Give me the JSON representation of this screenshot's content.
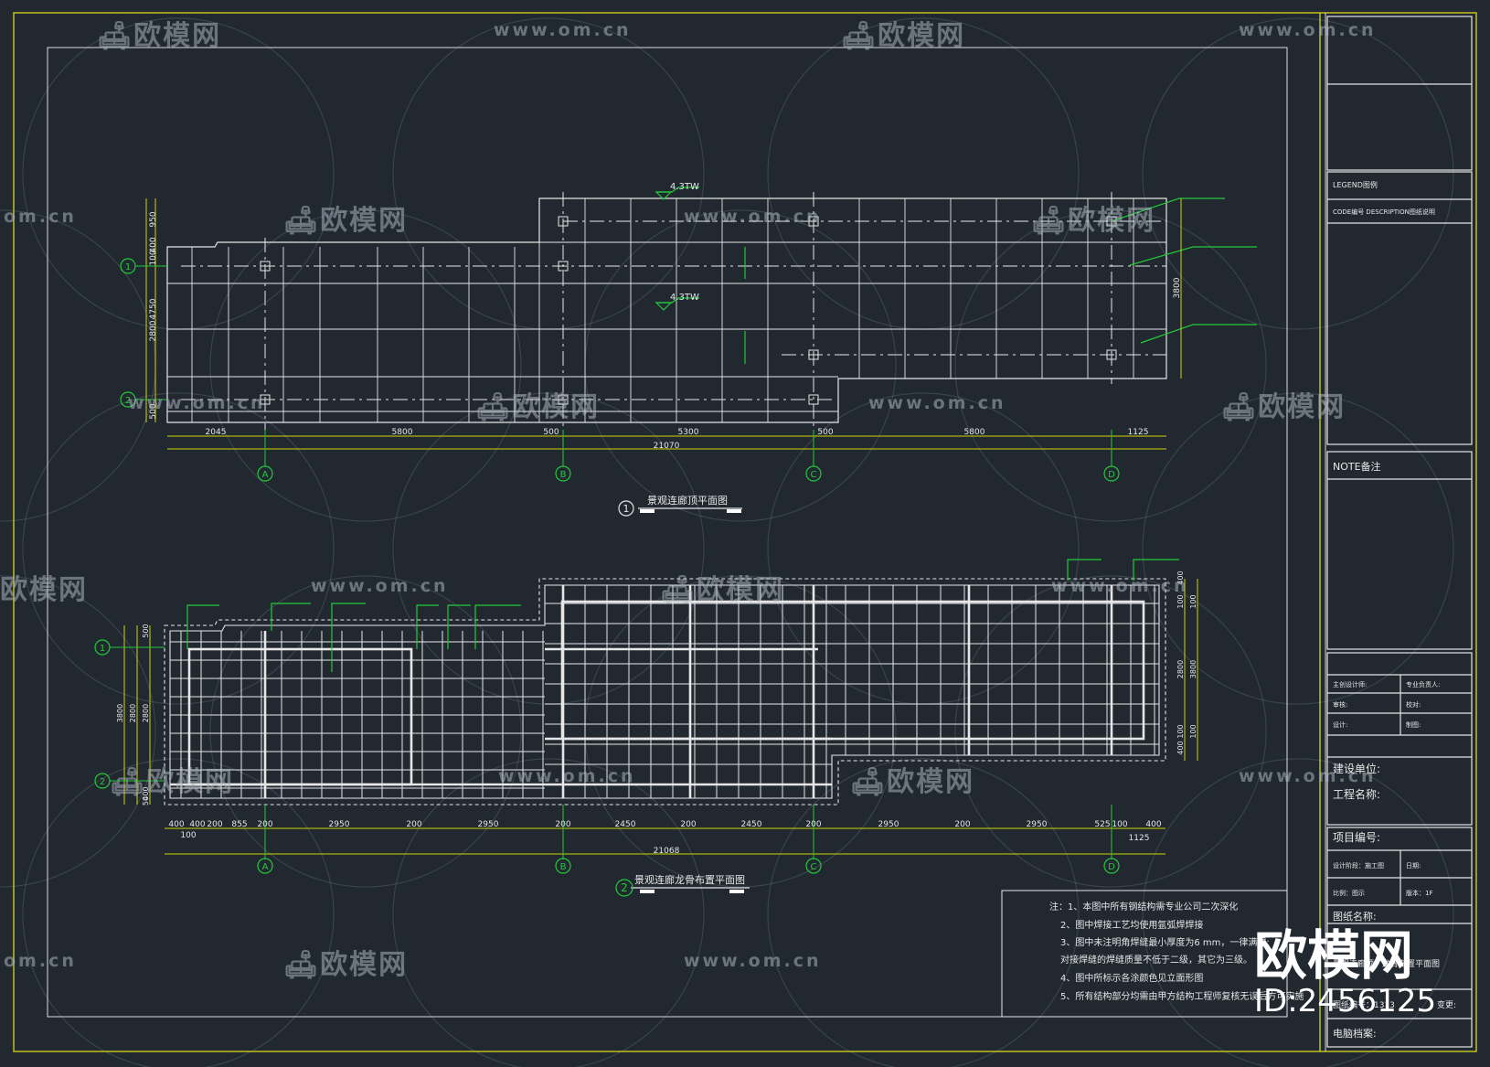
{
  "watermark": {
    "logo_text": "欧模网",
    "url_text": "www.om.cn",
    "url_fragment": "om.cn",
    "brand": "欧模网",
    "id_label": "ID:2456125"
  },
  "plan_roof": {
    "title": "景观连廊顶平面图",
    "index": "1",
    "elev_1": "4.3TW",
    "elev_2": "4.3TW",
    "axes_cols": [
      "A",
      "B",
      "C",
      "D"
    ],
    "axes_rows": [
      "1",
      "2"
    ],
    "dims_bottom": [
      "2045",
      "5800",
      "500",
      "5300",
      "500",
      "5800",
      "1125"
    ],
    "dim_total": "21070",
    "dims_left": [
      "950",
      "400",
      "100",
      "4750",
      "2800",
      "500"
    ],
    "dim_right": "3800"
  },
  "plan_frame": {
    "title": "景观连廊龙骨布置平面图",
    "index": "2",
    "axes_cols": [
      "A",
      "B",
      "C",
      "D"
    ],
    "axes_rows": [
      "1",
      "2"
    ],
    "dims_bottom": [
      "400",
      "400",
      "200",
      "855",
      "200",
      "2950",
      "200",
      "2950",
      "200",
      "2450",
      "200",
      "2450",
      "200",
      "2950",
      "200",
      "2950",
      "525",
      "100",
      "400"
    ],
    "dim_sub_a": "100",
    "dim_sub_b": "1125",
    "dim_total": "21068",
    "dims_left": [
      "3800",
      "2800",
      "2800",
      "500",
      "400",
      "50"
    ],
    "dims_right": [
      "400",
      "100",
      "100",
      "2800",
      "3800",
      "400",
      "100",
      "100"
    ]
  },
  "notes": {
    "lines": [
      "注：1、本图中所有钢结构需专业公司二次深化",
      "2、图中焊接工艺均使用氩弧焊焊接",
      "3、图中未注明角焊缝最小厚度为6 mm，一律满焊;",
      "对接焊缝的焊缝质量不低于二级，其它为三级。",
      "4、图中所标示各涂颜色见立面形图",
      "5、所有结构部分均需由甲方结构工程师复核无误后方可实施"
    ]
  },
  "title_block": {
    "legend": "LEGEND图例",
    "legend_cols": "CODE编号 DESCRIPTION图纸说明",
    "note": "NOTE备注",
    "signoff": [
      [
        "主创设计师:",
        "专业负责人:"
      ],
      [
        "审核:",
        "校对:"
      ],
      [
        "设计:",
        "制图:"
      ]
    ],
    "client": "建设单位:",
    "project_name": "工程名称:",
    "project_no": "项目编号:",
    "stage_row": [
      "设计阶段：施工图",
      "日期:"
    ],
    "scale_row": [
      "比例：图示",
      "版本：1F"
    ],
    "drawing_name_label": "图纸名称:",
    "drawing_name": "景观连廊顶、龙骨布置平面图",
    "drawing_no": "图纸编号：1313",
    "change": "变更:",
    "archive": "电脑档案:"
  },
  "colors": {
    "background": "#212830",
    "line": "#e6e6e6",
    "dim": "#d4d400",
    "axis": "#22c93a",
    "border_outer": "#d8d820"
  }
}
